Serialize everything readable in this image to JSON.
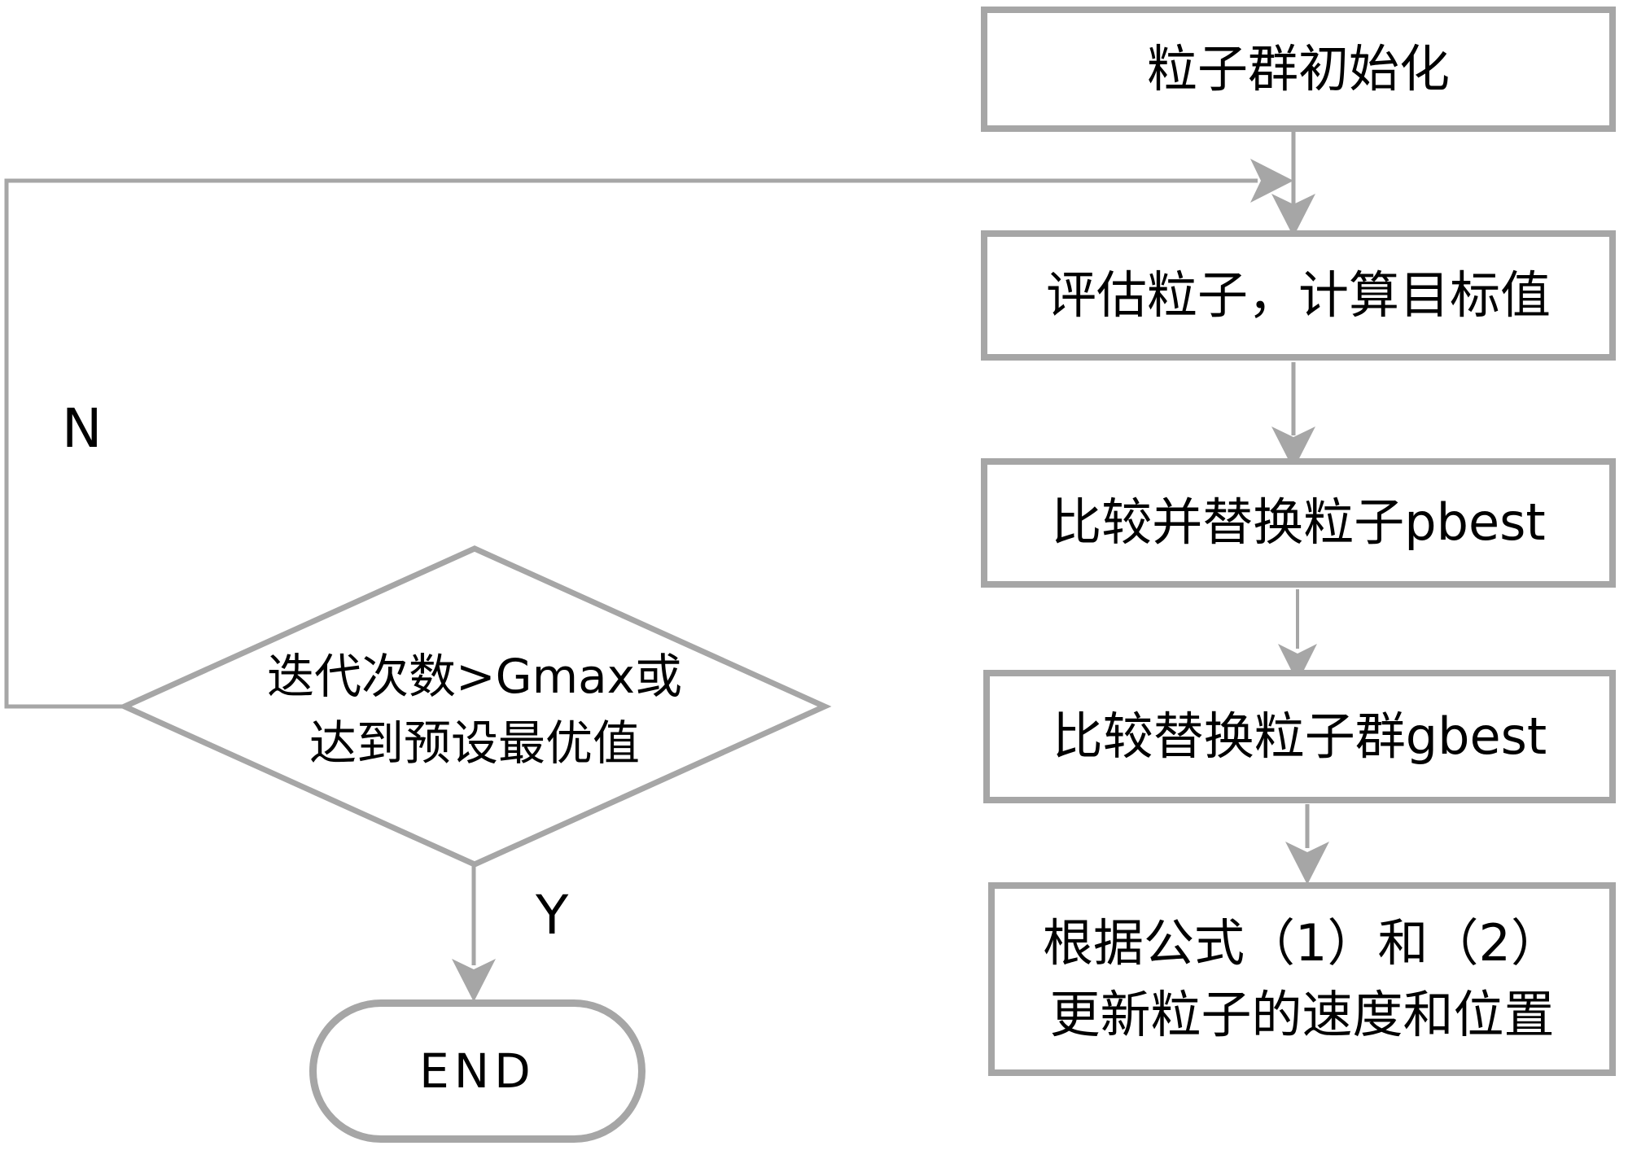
{
  "colors": {
    "line": "#a6a6a6",
    "text": "#000000",
    "background": "#ffffff"
  },
  "nodes": {
    "init": {
      "label": "粒子群初始化"
    },
    "evaluate": {
      "label": "评估粒子，计算目标值"
    },
    "replace_pbest": {
      "label": "比较并替换粒子pbest"
    },
    "replace_gbest": {
      "label": "比较替换粒子群gbest"
    },
    "update": {
      "lines": [
        "根据公式（1）和（2）",
        "更新粒子的速度和位置"
      ]
    },
    "decision": {
      "lines": [
        "迭代次数>Gmax或",
        "达到预设最优值"
      ]
    },
    "terminator": {
      "label": "END"
    }
  },
  "edge_labels": {
    "no": "N",
    "yes": "Y"
  }
}
